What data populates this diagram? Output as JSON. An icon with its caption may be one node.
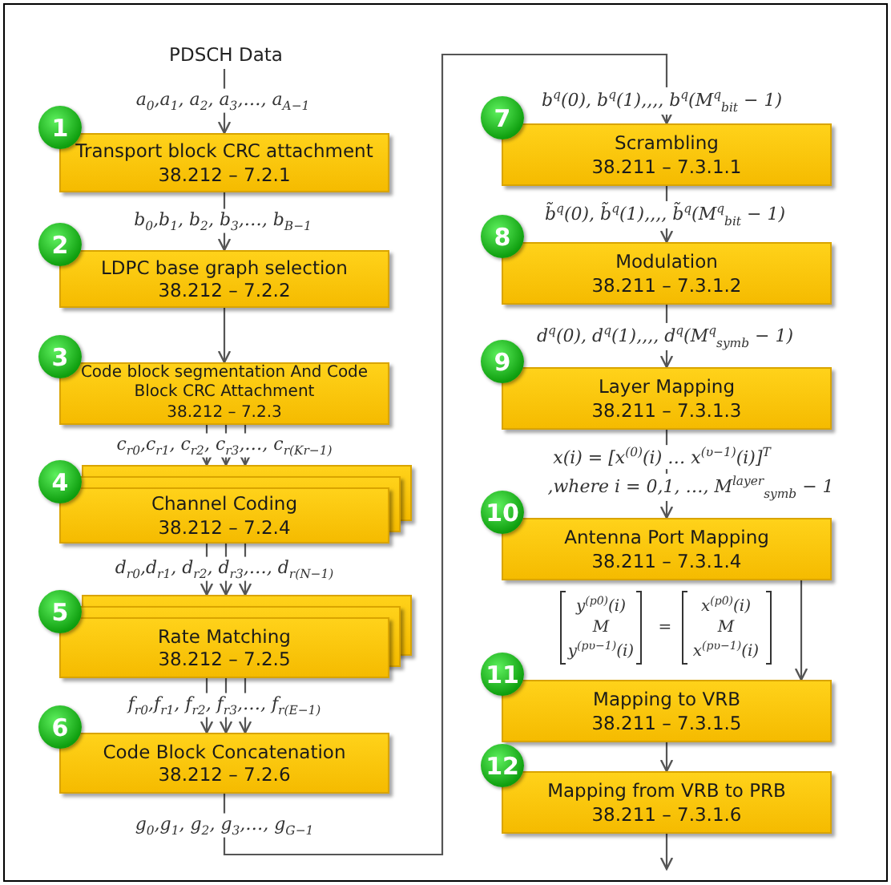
{
  "diagram": {
    "nodes": [
      {
        "text": [
          "PDSCH Data"
        ]
      },
      {
        "text": [
          "Transport block CRC attachment",
          "38.212 – 7.2.1"
        ],
        "beside": [
          "1"
        ]
      },
      {
        "text": [
          "LDPC base graph selection",
          "38.212 – 7.2.2"
        ],
        "beside": [
          "2"
        ]
      },
      {
        "text": [
          "Code block segmentation And Code Block CRC Attachment",
          "38.212 – 7.2.3"
        ],
        "beside": [
          "3"
        ]
      },
      {
        "text": [
          "Channel Coding",
          "38.212 – 7.2.4"
        ],
        "beside": [
          "4"
        ]
      },
      {
        "text": [
          "Rate Matching",
          "38.212 – 7.2.5"
        ],
        "beside": [
          "5"
        ]
      },
      {
        "text": [
          "Code Block Concatenation",
          "38.212 – 7.2.6"
        ],
        "beside": [
          "6"
        ]
      },
      {
        "text": [
          "Scrambling",
          "38.211 – 7.3.1.1"
        ],
        "beside": [
          "7"
        ]
      },
      {
        "text": [
          "Modulation",
          "38.211 – 7.3.1.2"
        ],
        "beside": [
          "8"
        ]
      },
      {
        "text": [
          "Layer Mapping",
          "38.211 – 7.3.1.3"
        ],
        "beside": [
          "9"
        ]
      },
      {
        "text": [
          "Antenna Port Mapping",
          "38.211 – 7.3.1.4"
        ],
        "beside": [
          "10"
        ]
      },
      {
        "text": [
          "Mapping to VRB",
          "38.211 – 7.3.1.5"
        ],
        "beside": [
          "11"
        ]
      },
      {
        "text": [
          "Mapping from VRB to PRB",
          "38.211 – 7.3.1.6"
        ],
        "beside": [
          "12"
        ]
      }
    ],
    "edges": [
      {
        "from": 0,
        "to": 1,
        "arrow": "to",
        "label": "a$_{0}$,a$_{1}$, a$_{2}$, a$_{3}$,…, a$_{A−1}$"
      },
      {
        "from": 1,
        "to": 2,
        "arrow": "to",
        "label": "b$_{0}$,b$_{1}$, b$_{2}$, b$_{3}$,…, b$_{B−1}$"
      },
      {
        "from": 2,
        "to": 3,
        "arrow": "to"
      },
      {
        "from": 3,
        "to": 4,
        "arrow": "to"
      },
      {
        "from": 3,
        "to": 4,
        "arrow": "to",
        "label": "c$_{r0}$,c$_{r1}$, c$_{r2}$, c$_{r3}$,…, c$_{r(Kr−1)}$"
      },
      {
        "from": 3,
        "to": 4,
        "arrow": "to"
      },
      {
        "from": 4,
        "to": 5,
        "arrow": "to"
      },
      {
        "from": 4,
        "to": 5,
        "arrow": "to",
        "label": "d$_{r0}$,d$_{r1}$, d$_{r2}$, d$_{r3}$,…, d$_{r(N−1)}$"
      },
      {
        "from": 4,
        "to": 5,
        "arrow": "to"
      },
      {
        "from": 5,
        "to": 6,
        "arrow": "to"
      },
      {
        "from": 5,
        "to": 6,
        "arrow": "to",
        "label": "f$_{r0}$,f$_{r1}$, f$_{r2}$, f$_{r3}$,…, f$_{r(E−1)}$"
      },
      {
        "from": 5,
        "to": 6,
        "arrow": "to"
      },
      {
        "from": 6,
        "to": 7,
        "arrow": "to",
        "label": "g$_{0}$,g$_{1}$, g$_{2}$, g$_{3}$,…, g$_{G−1}$"
      },
      {
        "from": 7,
        "to": 8,
        "arrow": "to",
        "label": "b̃$^{q}$(0), b̃$^{q}$(1),,,, b̃$^{q}$(M$^{q}$$_{bit}$ − 1)"
      },
      {
        "from": 8,
        "to": 9,
        "arrow": "to",
        "label": "d$^{q}$(0), d$^{q}$(1),,,, d$^{q}$(M$^{q}$$_{symb}$ − 1)"
      },
      {
        "from": 9,
        "to": 10,
        "arrow": "to",
        "label": "x(i) = [x$^{(0)}$(i)   …   x$^{(υ−1)}$(i)]$^{T}$"
      },
      {
        "from": 10,
        "to": 11,
        "arrow": "to"
      },
      {
        "from": 11,
        "to": 12,
        "arrow": "to"
      },
      {
        "from": 12,
        "to": null,
        "arrow": "to"
      }
    ],
    "labels": [
      "b$^{q}$(0), b$^{q}$(1),,,, b$^{q}$(M$^{q}$$_{bit}$ − 1)",
      ",where i = 0,1, …, M$^{layer}$$_{symb}$ − 1",
      "y$^{(p0)}$(i)",
      "M",
      "y$^{(pυ−1)}$(i)",
      "=",
      "x$^{(p0)}$(i)",
      "M",
      "x$^{(pυ−1)}$(i)"
    ]
  }
}
